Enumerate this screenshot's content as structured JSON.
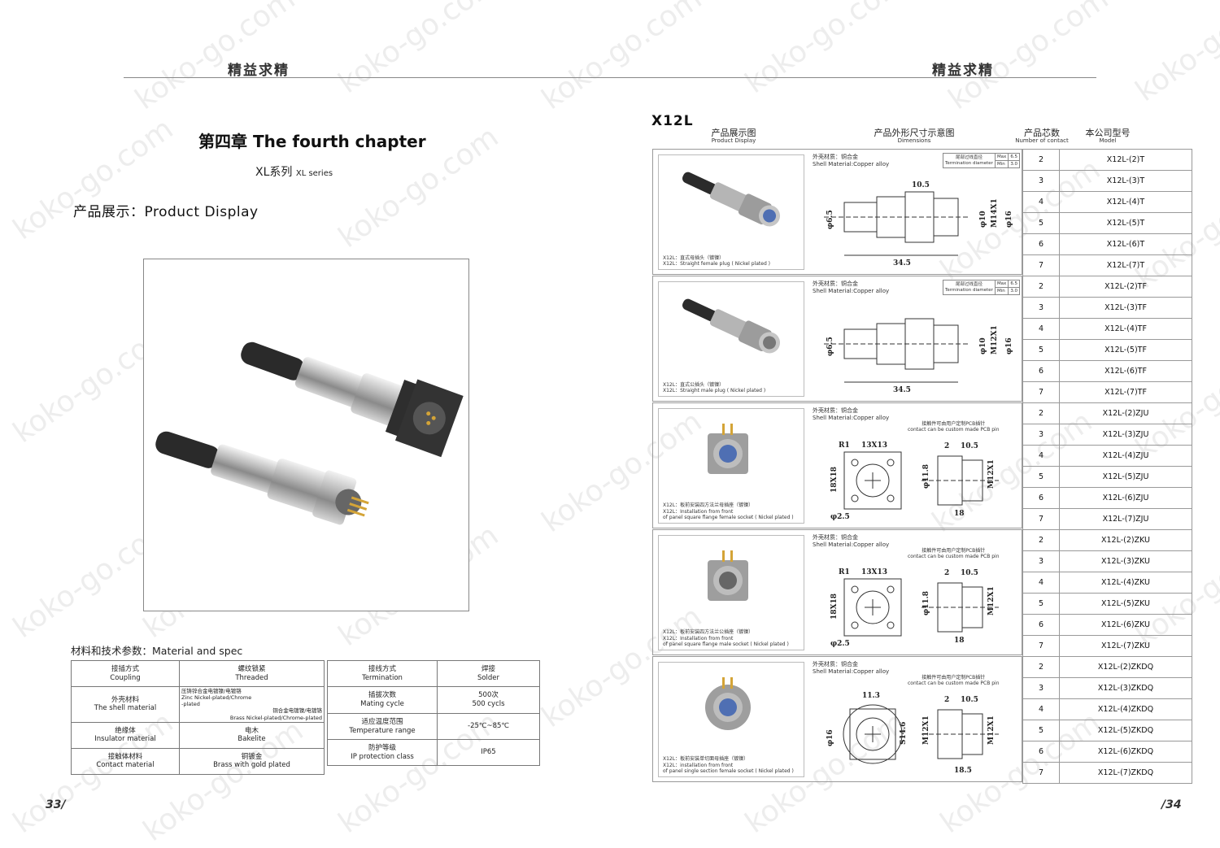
{
  "header": {
    "left_slogan": "精益求精",
    "right_slogan": "精益求精"
  },
  "left_page": {
    "chapter_title": "第四章  The fourth chapter",
    "series_cn": "XL系列",
    "series_en": "XL series",
    "display_title": "产品展示：Product Display",
    "material_title": "材料和技术参数：Material and spec",
    "spec_rows": [
      {
        "k1_cn": "接插方式",
        "k1_en": "Coupling",
        "v1a": "螺纹锁紧",
        "v1b": "Threaded",
        "k2_cn": "接线方式",
        "k2_en": "Termination",
        "v2a": "焊接",
        "v2b": "Solder"
      },
      {
        "k1_cn": "外壳材料",
        "k1_en": "The shell material",
        "v1a": "压铸锌合金电镀镍/电镀铬",
        "v1b": "Zinc Nickel-plated/Chrome",
        "v1c": "-plated",
        "v1d": "铜合金电镀镍/电镀铬",
        "v1e": "Brass Nickel-plated/Chrome-plated",
        "k2_cn": "插拔次数",
        "k2_en": "Mating cycle",
        "v2a": "500次",
        "v2b": "500 cycls"
      },
      {
        "k1_cn": "绝缘体",
        "k1_en": "Insulator material",
        "v1a": "电木",
        "v1b": "Bakelite",
        "k2_cn": "适应温度范围",
        "k2_en": "Temperature range",
        "v2a": "-25℃~85℃",
        "v2b": ""
      },
      {
        "k1_cn": "接触体材料",
        "k1_en": "Contact material",
        "v1a": "铜镀金",
        "v1b": "Brass with gold plated",
        "k2_cn": "防护等级",
        "k2_en": "IP protection class",
        "v2a": "IP65",
        "v2b": ""
      }
    ],
    "page_number": "33/"
  },
  "right_page": {
    "series_code": "X12L",
    "columns": [
      {
        "cn": "产品展示图",
        "en": "Product Display"
      },
      {
        "cn": "产品外形尺寸示意图",
        "en": "Dimensions"
      },
      {
        "cn": "产品芯数",
        "en": "Number of contact"
      },
      {
        "cn": "本公司型号",
        "en": "Model"
      }
    ],
    "shell_cn": "外壳材质：铜合金",
    "shell_en": "Shell Material:Copper alloy",
    "term_label_cn": "尾部过线直径",
    "term_label_en": "Termination diameter",
    "term_max": "Max",
    "term_max_v": "6.5",
    "term_min": "Min",
    "term_min_v": "3.0",
    "pcb_cn": "接触件可由用户定制PCB插针",
    "pcb_en": "contact can be custom made PCB pin",
    "products": [
      {
        "cap1": "X12L：直式母插头（镀镍）",
        "cap2": "X12L：Straight female plug ( Nickel plated )",
        "cap3": "",
        "dims": [
          "10.5",
          "φ6.5",
          "φ10",
          "M14X1",
          "φ16",
          "34.5"
        ]
      },
      {
        "cap1": "X12L：直式公插头（镀镍）",
        "cap2": "X12L：Straight male plug ( Nickel plated )",
        "cap3": "",
        "dims": [
          "φ6.5",
          "φ10",
          "M12X1",
          "φ16",
          "34.5"
        ]
      },
      {
        "cap1": "X12L：板前安装四方法兰母插座（镀镍）",
        "cap2": "X12L：Installation from front",
        "cap3": "of panel square flange female socket ( Nickel plated )",
        "dims": [
          "R1",
          "13X13",
          "18X18",
          "φ2.5",
          "φ11.8",
          "2",
          "10.5",
          "M12X1",
          "18"
        ]
      },
      {
        "cap1": "X12L：板前安装四方法兰公插座（镀镍）",
        "cap2": "X12L：Installation from front",
        "cap3": "of panel square flange male socket ( Nickel plated )",
        "dims": [
          "R1",
          "13X13",
          "18X18",
          "φ2.5",
          "φ11.8",
          "2",
          "10.5",
          "M12X1",
          "18"
        ]
      },
      {
        "cap1": "X12L：板前安装单切面母插座（镀镍）",
        "cap2": "X12L：installation from front",
        "cap3": "of panel single section female socket ( Nickel plated )",
        "dims": [
          "11.3",
          "φ16",
          "S14.6",
          "M12X1",
          "2",
          "10.5",
          "M12X1",
          "18.5"
        ]
      }
    ],
    "models": [
      {
        "n": "2",
        "m": "X12L-(2)T"
      },
      {
        "n": "3",
        "m": "X12L-(3)T"
      },
      {
        "n": "4",
        "m": "X12L-(4)T"
      },
      {
        "n": "5",
        "m": "X12L-(5)T"
      },
      {
        "n": "6",
        "m": "X12L-(6)T"
      },
      {
        "n": "7",
        "m": "X12L-(7)T"
      },
      {
        "n": "2",
        "m": "X12L-(2)TF"
      },
      {
        "n": "3",
        "m": "X12L-(3)TF"
      },
      {
        "n": "4",
        "m": "X12L-(4)TF"
      },
      {
        "n": "5",
        "m": "X12L-(5)TF"
      },
      {
        "n": "6",
        "m": "X12L-(6)TF"
      },
      {
        "n": "7",
        "m": "X12L-(7)TF"
      },
      {
        "n": "2",
        "m": "X12L-(2)ZJU"
      },
      {
        "n": "3",
        "m": "X12L-(3)ZJU"
      },
      {
        "n": "4",
        "m": "X12L-(4)ZJU"
      },
      {
        "n": "5",
        "m": "X12L-(5)ZJU"
      },
      {
        "n": "6",
        "m": "X12L-(6)ZJU"
      },
      {
        "n": "7",
        "m": "X12L-(7)ZJU"
      },
      {
        "n": "2",
        "m": "X12L-(2)ZKU"
      },
      {
        "n": "3",
        "m": "X12L-(3)ZKU"
      },
      {
        "n": "4",
        "m": "X12L-(4)ZKU"
      },
      {
        "n": "5",
        "m": "X12L-(5)ZKU"
      },
      {
        "n": "6",
        "m": "X12L-(6)ZKU"
      },
      {
        "n": "7",
        "m": "X12L-(7)ZKU"
      },
      {
        "n": "2",
        "m": "X12L-(2)ZKDQ"
      },
      {
        "n": "3",
        "m": "X12L-(3)ZKDQ"
      },
      {
        "n": "4",
        "m": "X12L-(4)ZKDQ"
      },
      {
        "n": "5",
        "m": "X12L-(5)ZKDQ"
      },
      {
        "n": "6",
        "m": "X12L-(6)ZKDQ"
      },
      {
        "n": "7",
        "m": "X12L-(7)ZKDQ"
      }
    ],
    "page_number": "/34"
  },
  "watermark": "koko-go.com"
}
